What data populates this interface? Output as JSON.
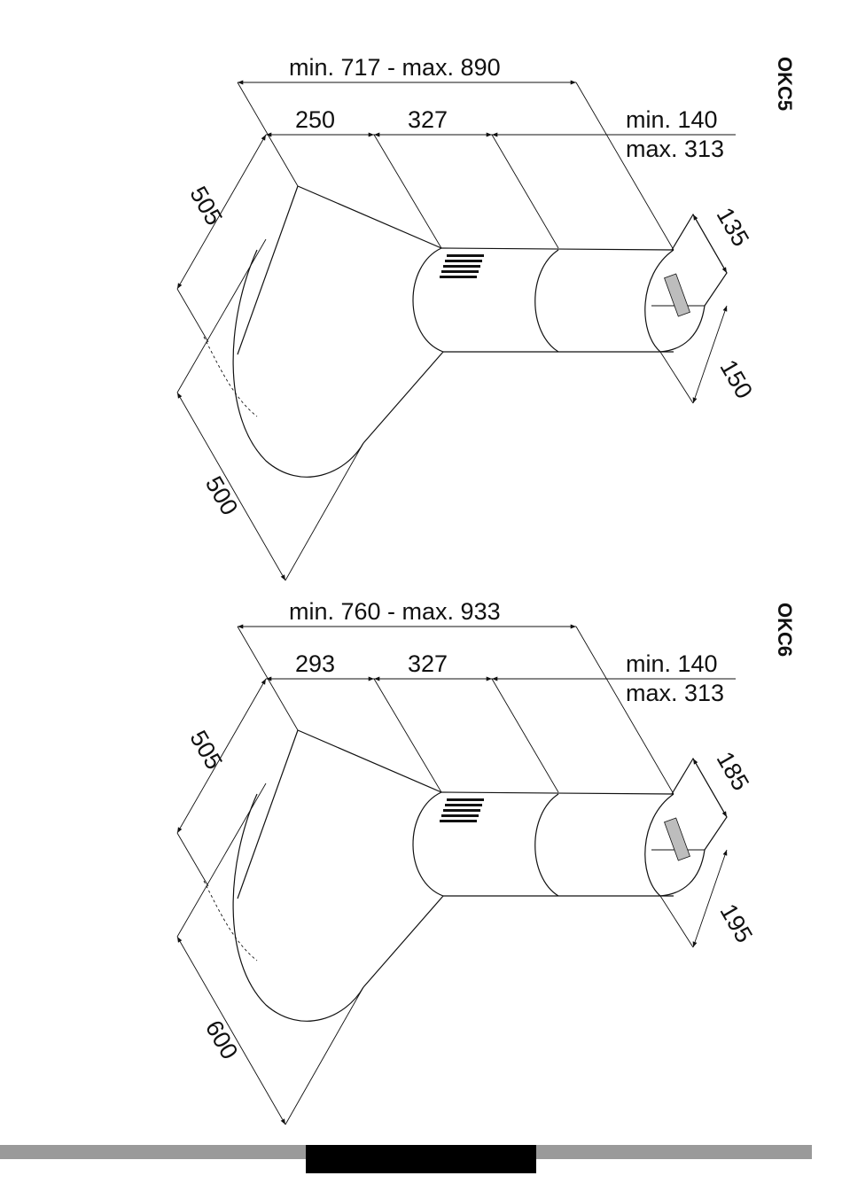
{
  "diagrams": [
    {
      "model": "OKC5",
      "overall": "min. 717 - max. 890",
      "seg1": "250",
      "seg2": "327",
      "chimney_min": "min. 140",
      "chimney_max": "max. 313",
      "depth": "505",
      "width": "500",
      "bracket_a": "135",
      "bracket_b": "150"
    },
    {
      "model": "OKC6",
      "overall": "min. 760 - max. 933",
      "seg1": "293",
      "seg2": "327",
      "chimney_min": "min. 140",
      "chimney_max": "max. 313",
      "depth": "505",
      "width": "600",
      "bracket_a": "185",
      "bracket_b": "195"
    }
  ]
}
